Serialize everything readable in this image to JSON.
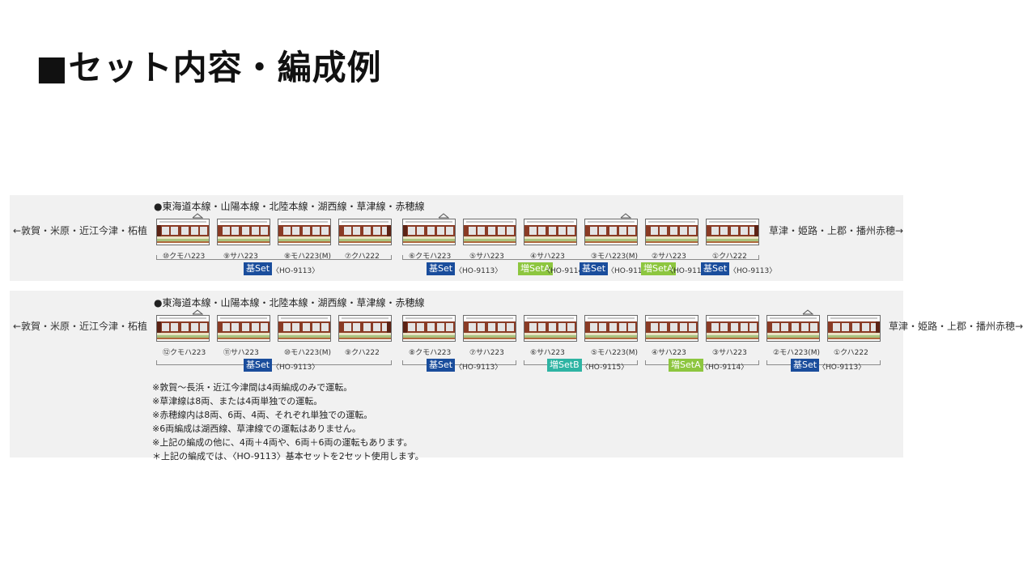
{
  "title": "■セット内容・編成例",
  "colors": {
    "kihon": "#1a4d9c",
    "zoA": "#8dc63f",
    "zoB": "#2eb4a3"
  },
  "formation1": {
    "lines": "●東海道本線・山陽本線・北陸本線・湖西線・草津線・赤穂線",
    "route_left": "←敦賀・米原・近江今津・柘植",
    "route_right": "草津・姫路・上郡・播州赤穂→",
    "cars": [
      {
        "label": "⑩クモハ223",
        "panto": true,
        "cab": "left"
      },
      {
        "label": "⑨サハ223",
        "panto": false,
        "cab": ""
      },
      {
        "label": "⑧モハ223(M)",
        "panto": false,
        "cab": ""
      },
      {
        "label": "⑦クハ222",
        "panto": false,
        "cab": "right"
      },
      {
        "label": "⑥クモハ223",
        "panto": true,
        "cab": "left"
      },
      {
        "label": "⑤サハ223",
        "panto": false,
        "cab": ""
      },
      {
        "label": "④サハ223",
        "panto": false,
        "cab": ""
      },
      {
        "label": "③モハ223(M)",
        "panto": true,
        "cab": ""
      },
      {
        "label": "②サハ223",
        "panto": false,
        "cab": ""
      },
      {
        "label": "①クハ222",
        "panto": false,
        "cab": "right"
      }
    ],
    "sets": [
      {
        "badge": "基Set",
        "code": "〈HO-9113〉",
        "kind": "kihon",
        "bracket": [
          0,
          3
        ]
      },
      {
        "badge": "基Set",
        "code": "〈HO-9113〉",
        "kind": "kihon",
        "bracket": [
          4,
          9
        ]
      },
      {
        "badge": "増SetA",
        "code": "〈HO-9114〉",
        "kind": "zoA",
        "bracket": null
      },
      {
        "badge": "基Set",
        "code": "〈HO-9113〉",
        "kind": "kihon",
        "bracket": null
      },
      {
        "badge": "増SetA",
        "code": "〈HO-9114〉",
        "kind": "zoA",
        "bracket": null
      },
      {
        "badge": "基Set",
        "code": "〈HO-9113〉",
        "kind": "kihon",
        "bracket": null
      }
    ]
  },
  "formation2": {
    "lines": "●東海道本線・山陽本線・北陸本線・湖西線・草津線・赤穂線",
    "route_left": "←敦賀・米原・近江今津・柘植",
    "route_right": "草津・姫路・上郡・播州赤穂→",
    "cars": [
      {
        "label": "⑫クモハ223",
        "panto": true,
        "cab": "left"
      },
      {
        "label": "⑪サハ223",
        "panto": false,
        "cab": ""
      },
      {
        "label": "⑩モハ223(M)",
        "panto": false,
        "cab": ""
      },
      {
        "label": "⑨クハ222",
        "panto": false,
        "cab": "right"
      },
      {
        "label": "⑧クモハ223",
        "panto": false,
        "cab": "left"
      },
      {
        "label": "⑦サハ223",
        "panto": false,
        "cab": ""
      },
      {
        "label": "⑥サハ223",
        "panto": false,
        "cab": ""
      },
      {
        "label": "⑤モハ223(M)",
        "panto": false,
        "cab": ""
      },
      {
        "label": "④サハ223",
        "panto": false,
        "cab": ""
      },
      {
        "label": "③サハ223",
        "panto": false,
        "cab": ""
      },
      {
        "label": "②モハ223(M)",
        "panto": true,
        "cab": ""
      },
      {
        "label": "①クハ222",
        "panto": false,
        "cab": "right"
      }
    ],
    "sets": [
      {
        "badge": "基Set",
        "code": "〈HO-9113〉",
        "kind": "kihon",
        "bracket": [
          0,
          3
        ]
      },
      {
        "badge": "基Set",
        "code": "〈HO-9113〉",
        "kind": "kihon",
        "bracket": [
          4,
          5
        ]
      },
      {
        "badge": "増SetB",
        "code": "〈HO-9115〉",
        "kind": "zoB",
        "bracket": [
          6,
          7
        ]
      },
      {
        "badge": "増SetA",
        "code": "〈HO-9114〉",
        "kind": "zoA",
        "bracket": [
          8,
          9
        ]
      },
      {
        "badge": "基Set",
        "code": "〈HO-9113〉",
        "kind": "kihon",
        "bracket": [
          10,
          11
        ]
      }
    ]
  },
  "notes": [
    "※敦賀～長浜・近江今津間は4両編成のみで運転。",
    "※草津線は8両、または4両単独での運転。",
    "※赤穂線内は8両、6両、4両、それぞれ単独での運転。",
    "※6両編成は湖西線、草津線での運転はありません。",
    "※上記の編成の他に、4両＋4両や、6両＋6両の運転もあります。",
    "＊上記の編成では、〈HO-9113〉基本セットを2セット使用します。"
  ]
}
